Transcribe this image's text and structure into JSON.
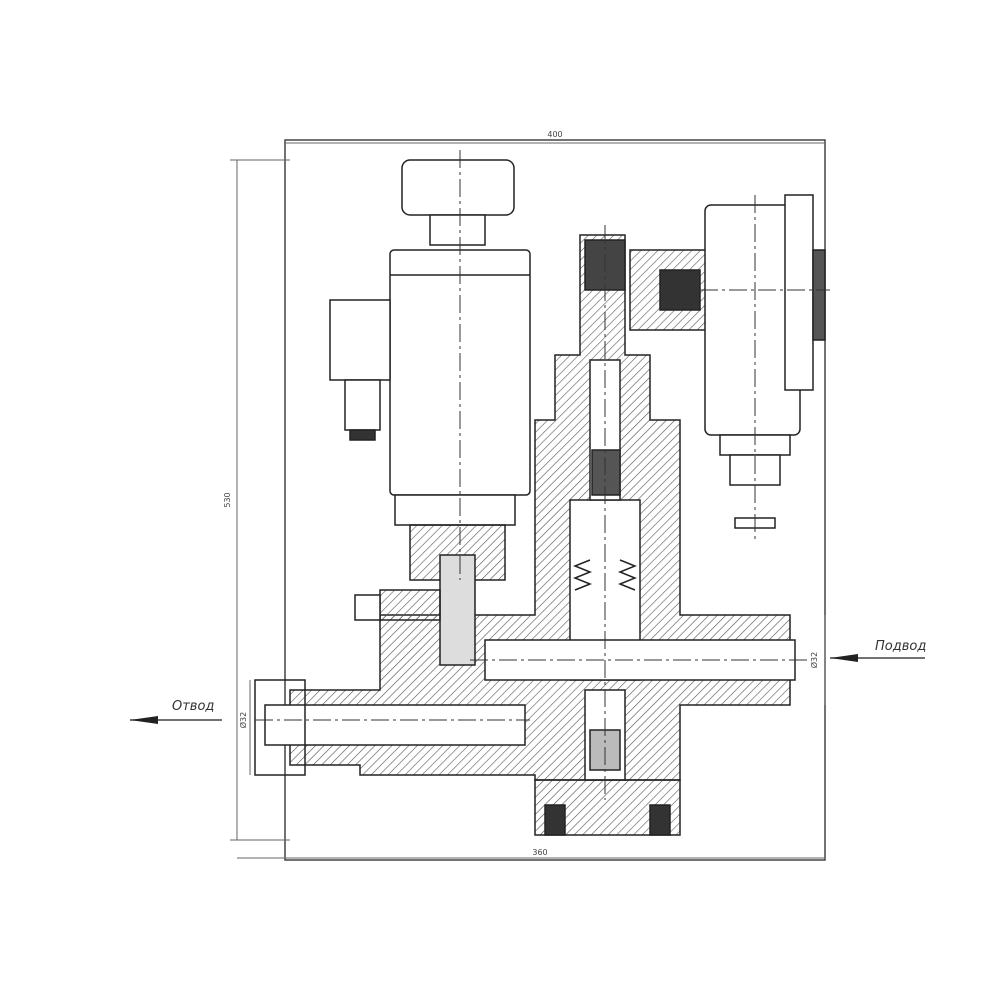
{
  "labels": {
    "inlet": "Подвод",
    "outlet": "Отвод"
  },
  "dimensions": {
    "top_width": "400",
    "height": "530",
    "bottom_width": "360",
    "inlet_diameter": "Ø32",
    "outlet_diameter": "Ø32"
  },
  "colors": {
    "line": "#222222",
    "hatch": "#555555",
    "background": "#ffffff"
  }
}
